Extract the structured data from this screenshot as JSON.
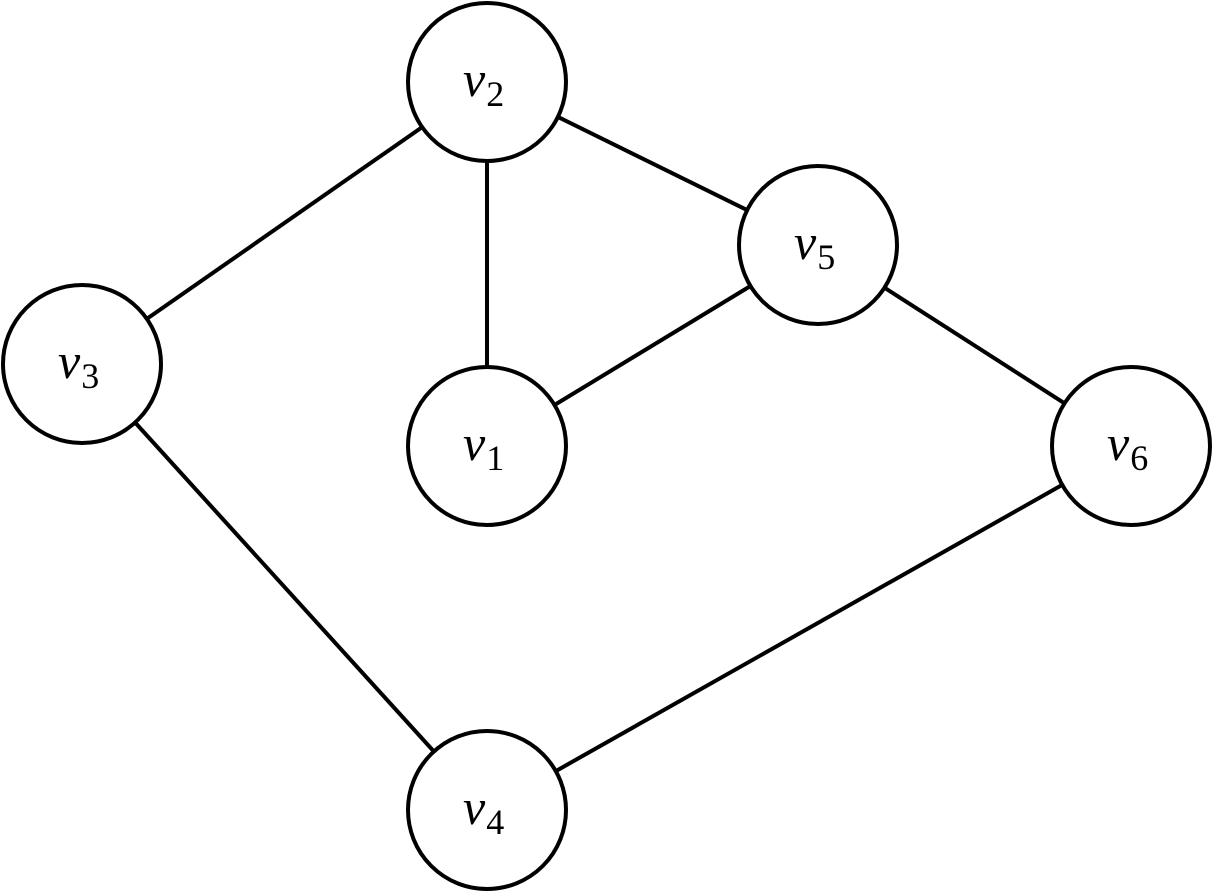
{
  "graph": {
    "nodes": [
      {
        "id": "v2",
        "var": "v",
        "sub": "2"
      },
      {
        "id": "v5",
        "var": "v",
        "sub": "5"
      },
      {
        "id": "v3",
        "var": "v",
        "sub": "3"
      },
      {
        "id": "v1",
        "var": "v",
        "sub": "1"
      },
      {
        "id": "v6",
        "var": "v",
        "sub": "6"
      },
      {
        "id": "v4",
        "var": "v",
        "sub": "4"
      }
    ],
    "edges": [
      {
        "from": "v2",
        "to": "v3"
      },
      {
        "from": "v2",
        "to": "v1"
      },
      {
        "from": "v2",
        "to": "v5"
      },
      {
        "from": "v5",
        "to": "v1"
      },
      {
        "from": "v5",
        "to": "v6"
      },
      {
        "from": "v3",
        "to": "v4"
      },
      {
        "from": "v4",
        "to": "v6"
      }
    ],
    "colors": {
      "stroke": "#000000",
      "fill": "#ffffff",
      "background": "#ffffff"
    }
  }
}
